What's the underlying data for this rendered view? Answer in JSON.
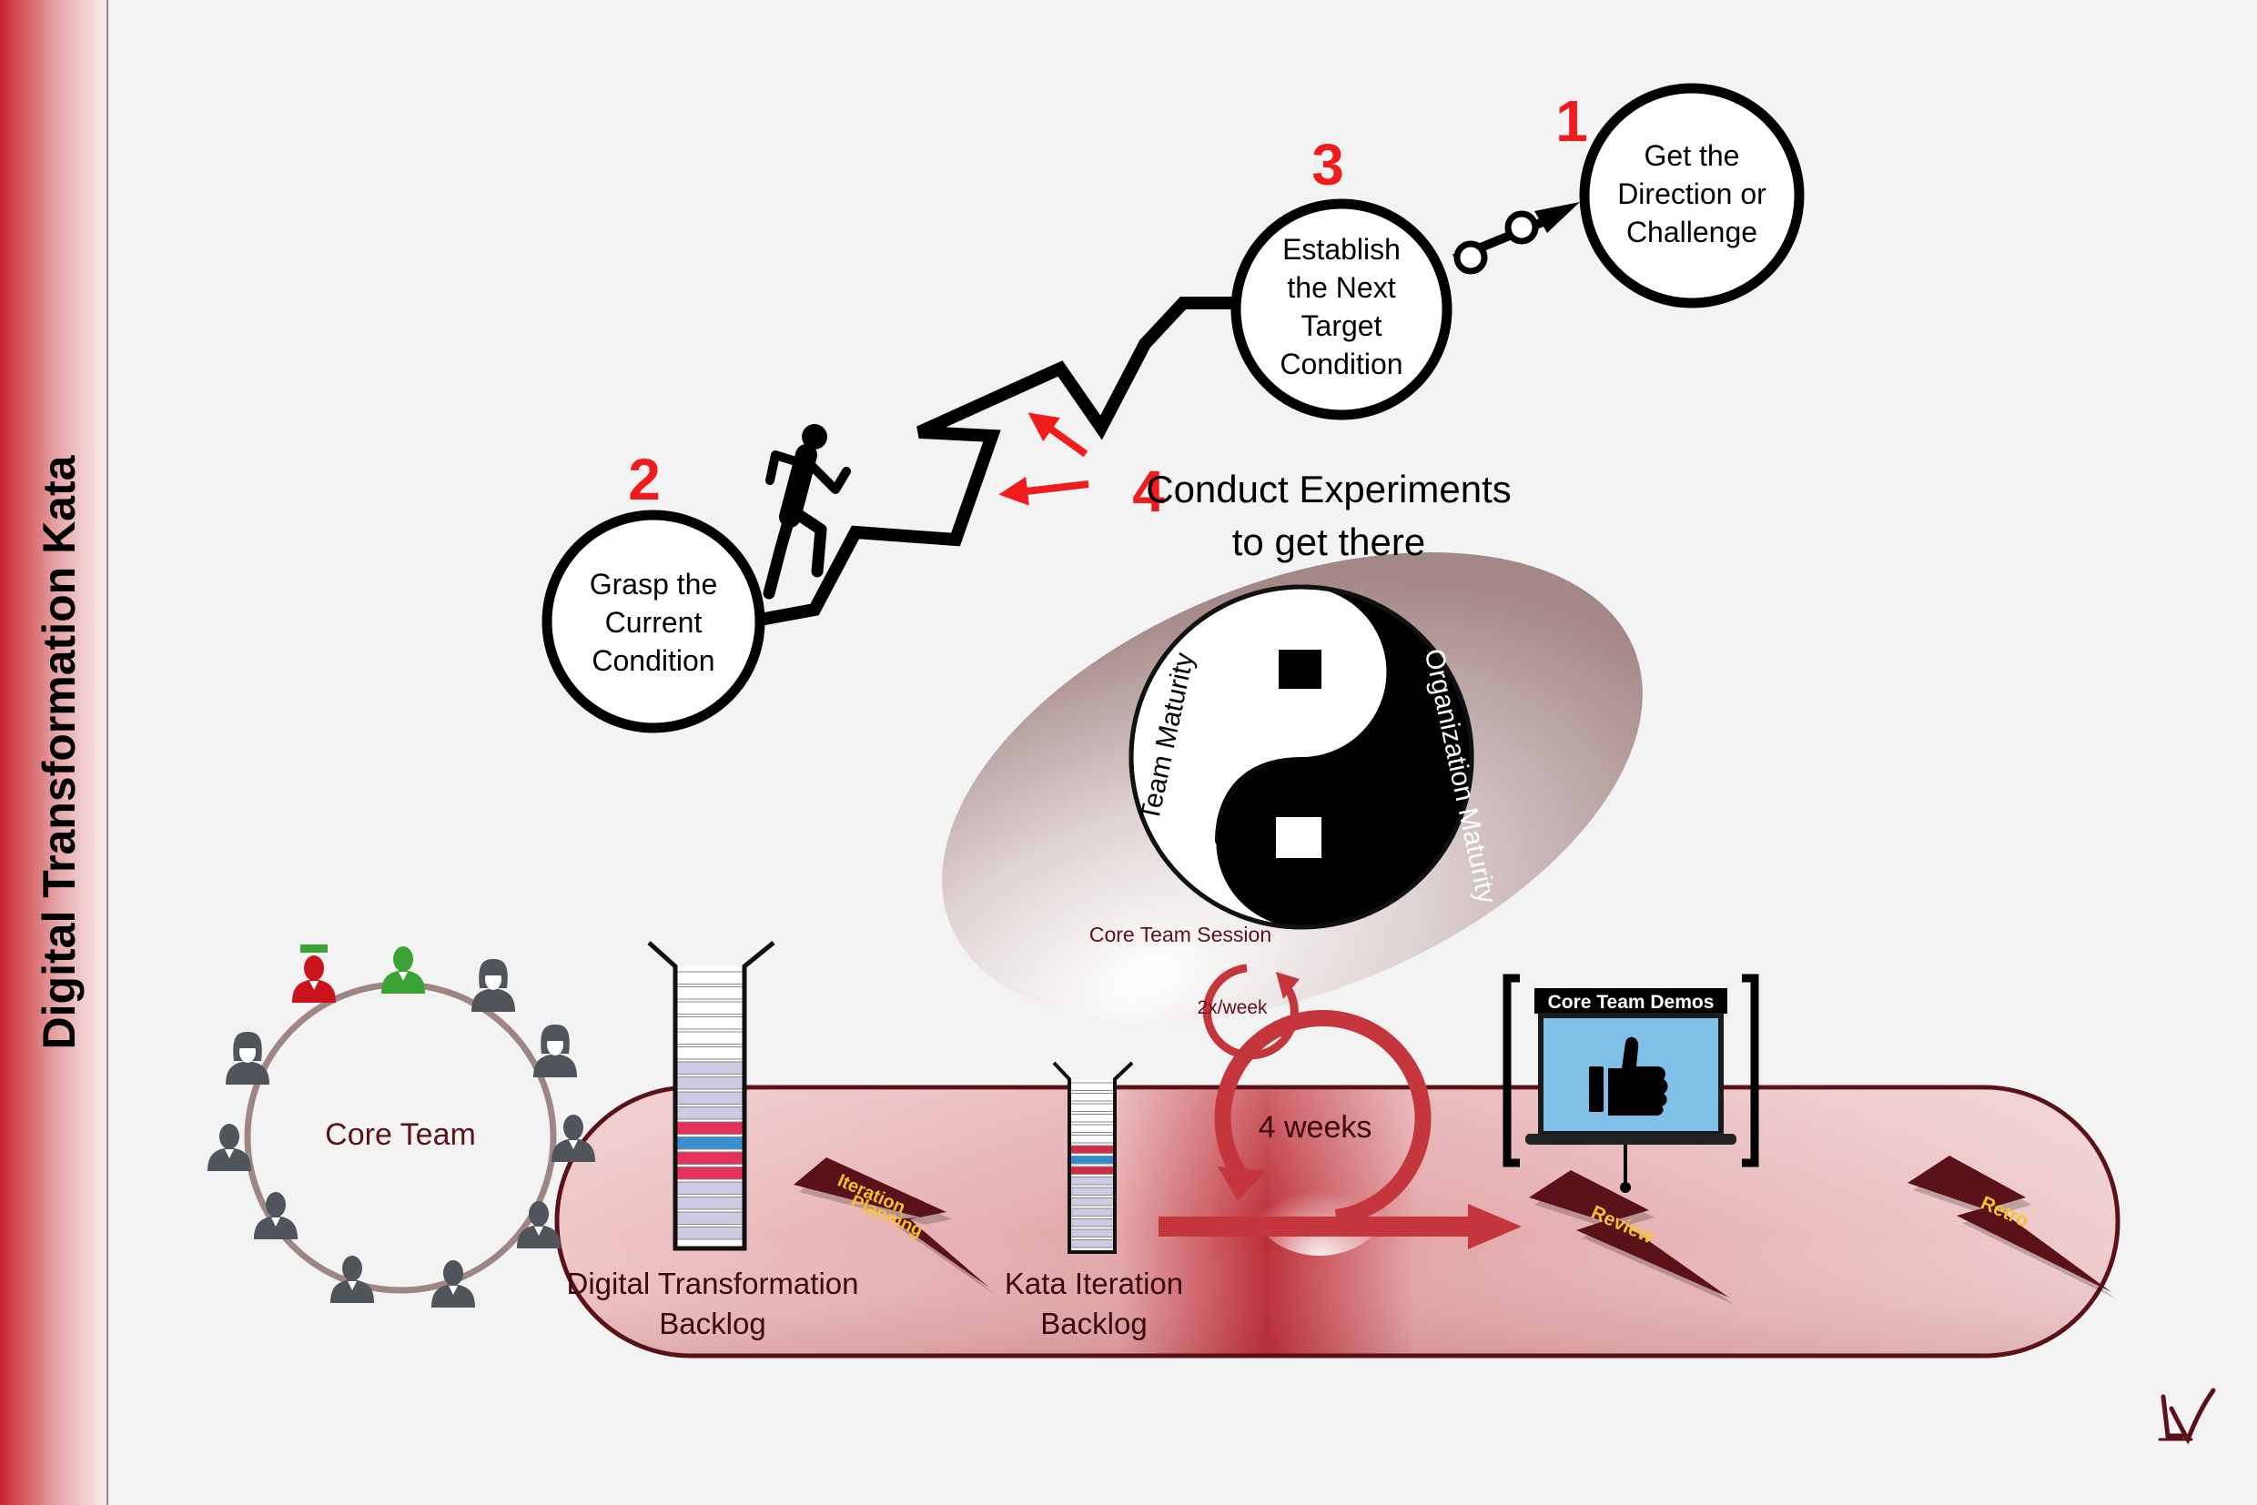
{
  "sidebar": {
    "title": "Digital Transformation Kata"
  },
  "steps": [
    {
      "number": "1",
      "lines": [
        "Get the",
        "Direction or",
        "Challenge"
      ]
    },
    {
      "number": "2",
      "lines": [
        "Grasp the",
        "Current",
        "Condition"
      ]
    },
    {
      "number": "3",
      "lines": [
        "Establish",
        "the Next",
        "Target",
        "Condition"
      ]
    },
    {
      "number": "4",
      "lines": [
        "Conduct Experiments",
        "to get there"
      ]
    }
  ],
  "yin_yang": {
    "left_label": "Team Maturity",
    "right_label": "Organization Maturity"
  },
  "session": {
    "title": "Core Team Session",
    "frequency": "2x/week",
    "cycle": "4 weeks"
  },
  "core_team": {
    "label": "Core Team"
  },
  "backlogs": {
    "digital": [
      "Digital Transformation",
      "Backlog"
    ],
    "kata": [
      "Kata Iteration",
      "Backlog"
    ]
  },
  "events": {
    "planning": [
      "Iteration",
      "Planning"
    ],
    "review": "Review",
    "retro": "Retro"
  },
  "demos": {
    "label": "Core Team Demos"
  },
  "colors": {
    "accent": "#c4363c",
    "step_number": "#ee1c1c",
    "dark": "#5a1218",
    "event_text": "#f2c230",
    "sidebar_red": "#c8262c",
    "pill_pink": "#e9bdbf",
    "people_gray": "#4f555a",
    "people_red": "#c9141c",
    "people_green": "#3aa335",
    "screen_blue": "#7fbfe8"
  }
}
